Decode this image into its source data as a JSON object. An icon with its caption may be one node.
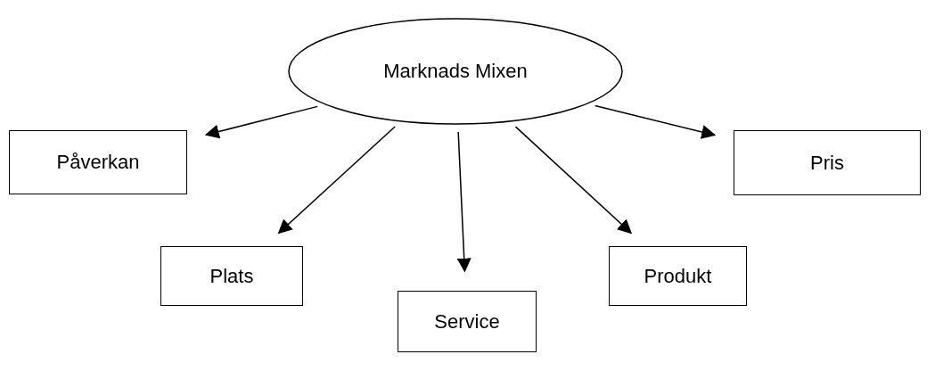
{
  "diagram": {
    "nodes": [
      {
        "text": [
          "Marknads Mixen"
        ]
      },
      {
        "text": [
          "Påverkan"
        ]
      },
      {
        "text": [
          "Pris"
        ]
      },
      {
        "text": [
          "Plats"
        ]
      },
      {
        "text": [
          "Service"
        ]
      },
      {
        "text": [
          "Produkt"
        ]
      }
    ],
    "edges": [
      {
        "from": 0,
        "to": 1,
        "arrow": "to"
      },
      {
        "from": 0,
        "to": 3,
        "arrow": "to"
      },
      {
        "from": 0,
        "to": 4,
        "arrow": "to"
      },
      {
        "from": 0,
        "to": 5,
        "arrow": "to"
      },
      {
        "from": 0,
        "to": 2,
        "arrow": "to"
      }
    ]
  }
}
